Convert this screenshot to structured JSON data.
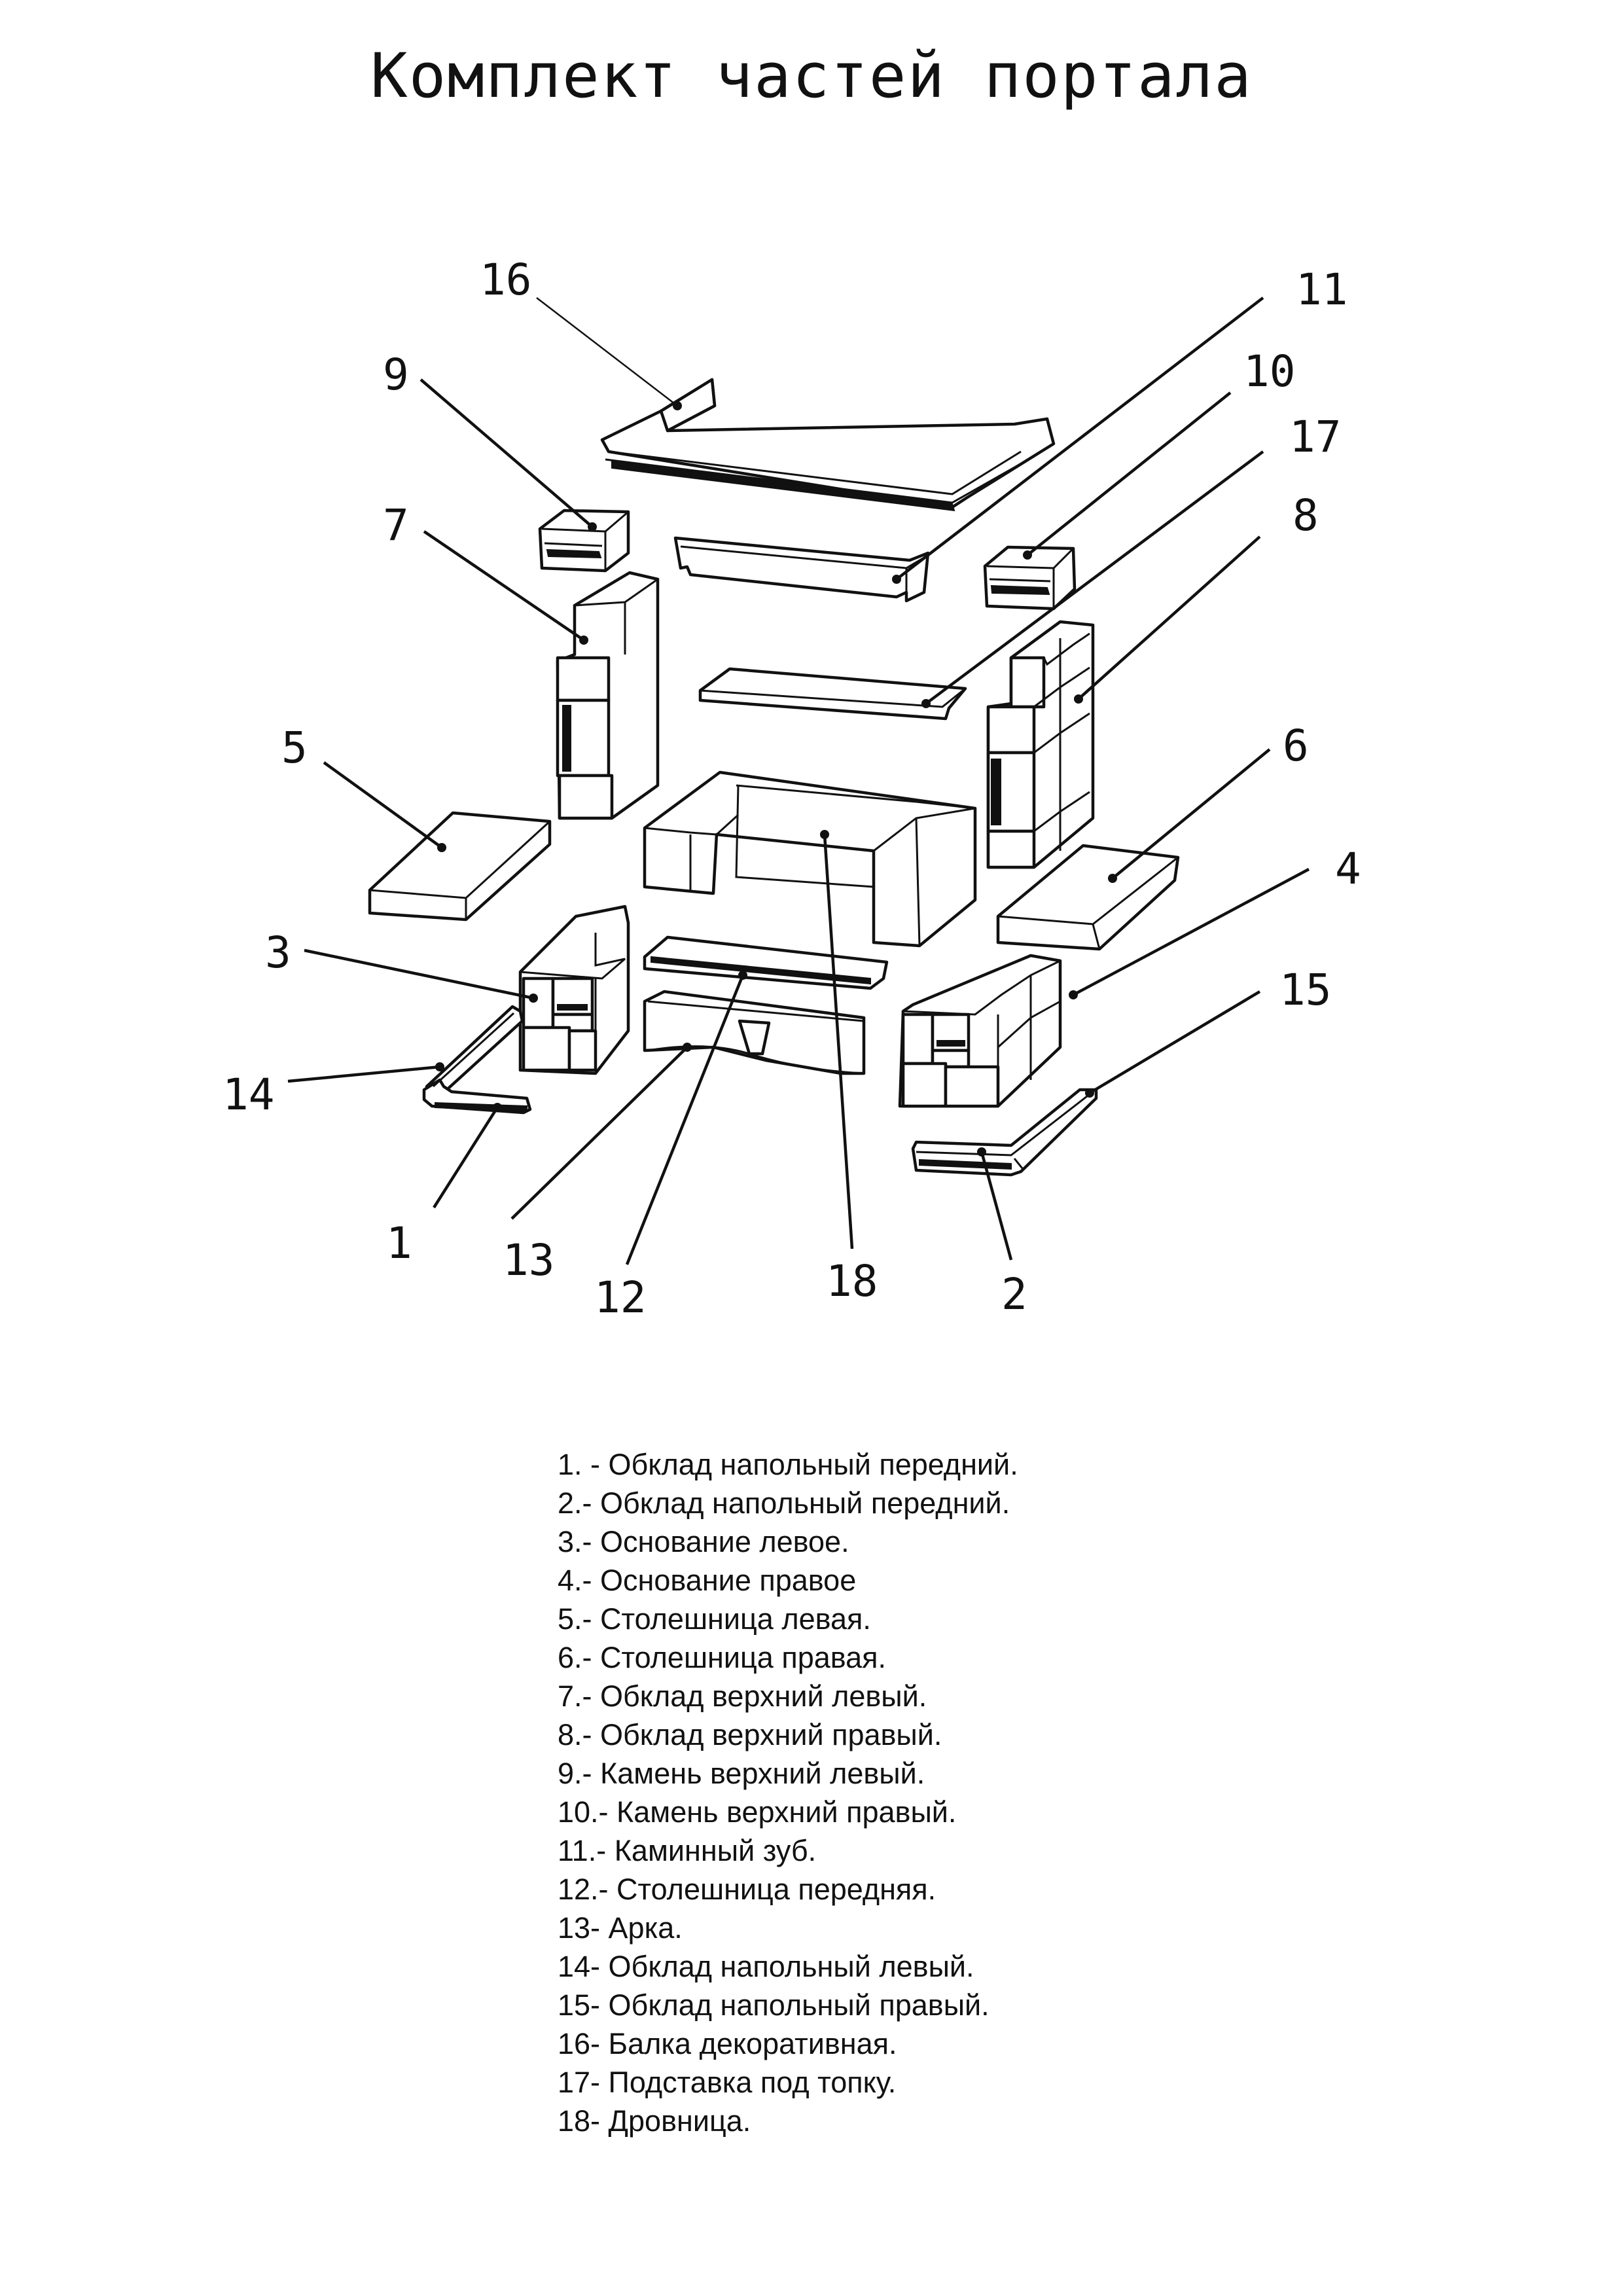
{
  "title": "Комплект частей портала",
  "callouts": [
    "1",
    "2",
    "3",
    "4",
    "5",
    "6",
    "7",
    "8",
    "9",
    "10",
    "11",
    "12",
    "13",
    "14",
    "15",
    "16",
    "17",
    "18"
  ],
  "legend": [
    "1. - Обклад напольный передний.",
    "2.- Обклад напольный передний.",
    "3.- Основание левое.",
    "4.- Основание правое",
    "5.- Столешница левая.",
    "6.- Столешница правая.",
    "7.- Обклад верхний левый.",
    "8.- Обклад верхний правый.",
    "9.- Камень верхний левый.",
    "10.- Камень верхний правый.",
    "11.- Каминный зуб.",
    "12.- Столешница передняя.",
    "13- Арка.",
    "14- Обклад напольный левый.",
    "15- Обклад напольный правый.",
    "16- Балка декоративная.",
    "17- Подставка под топку.",
    "18- Дровница."
  ]
}
